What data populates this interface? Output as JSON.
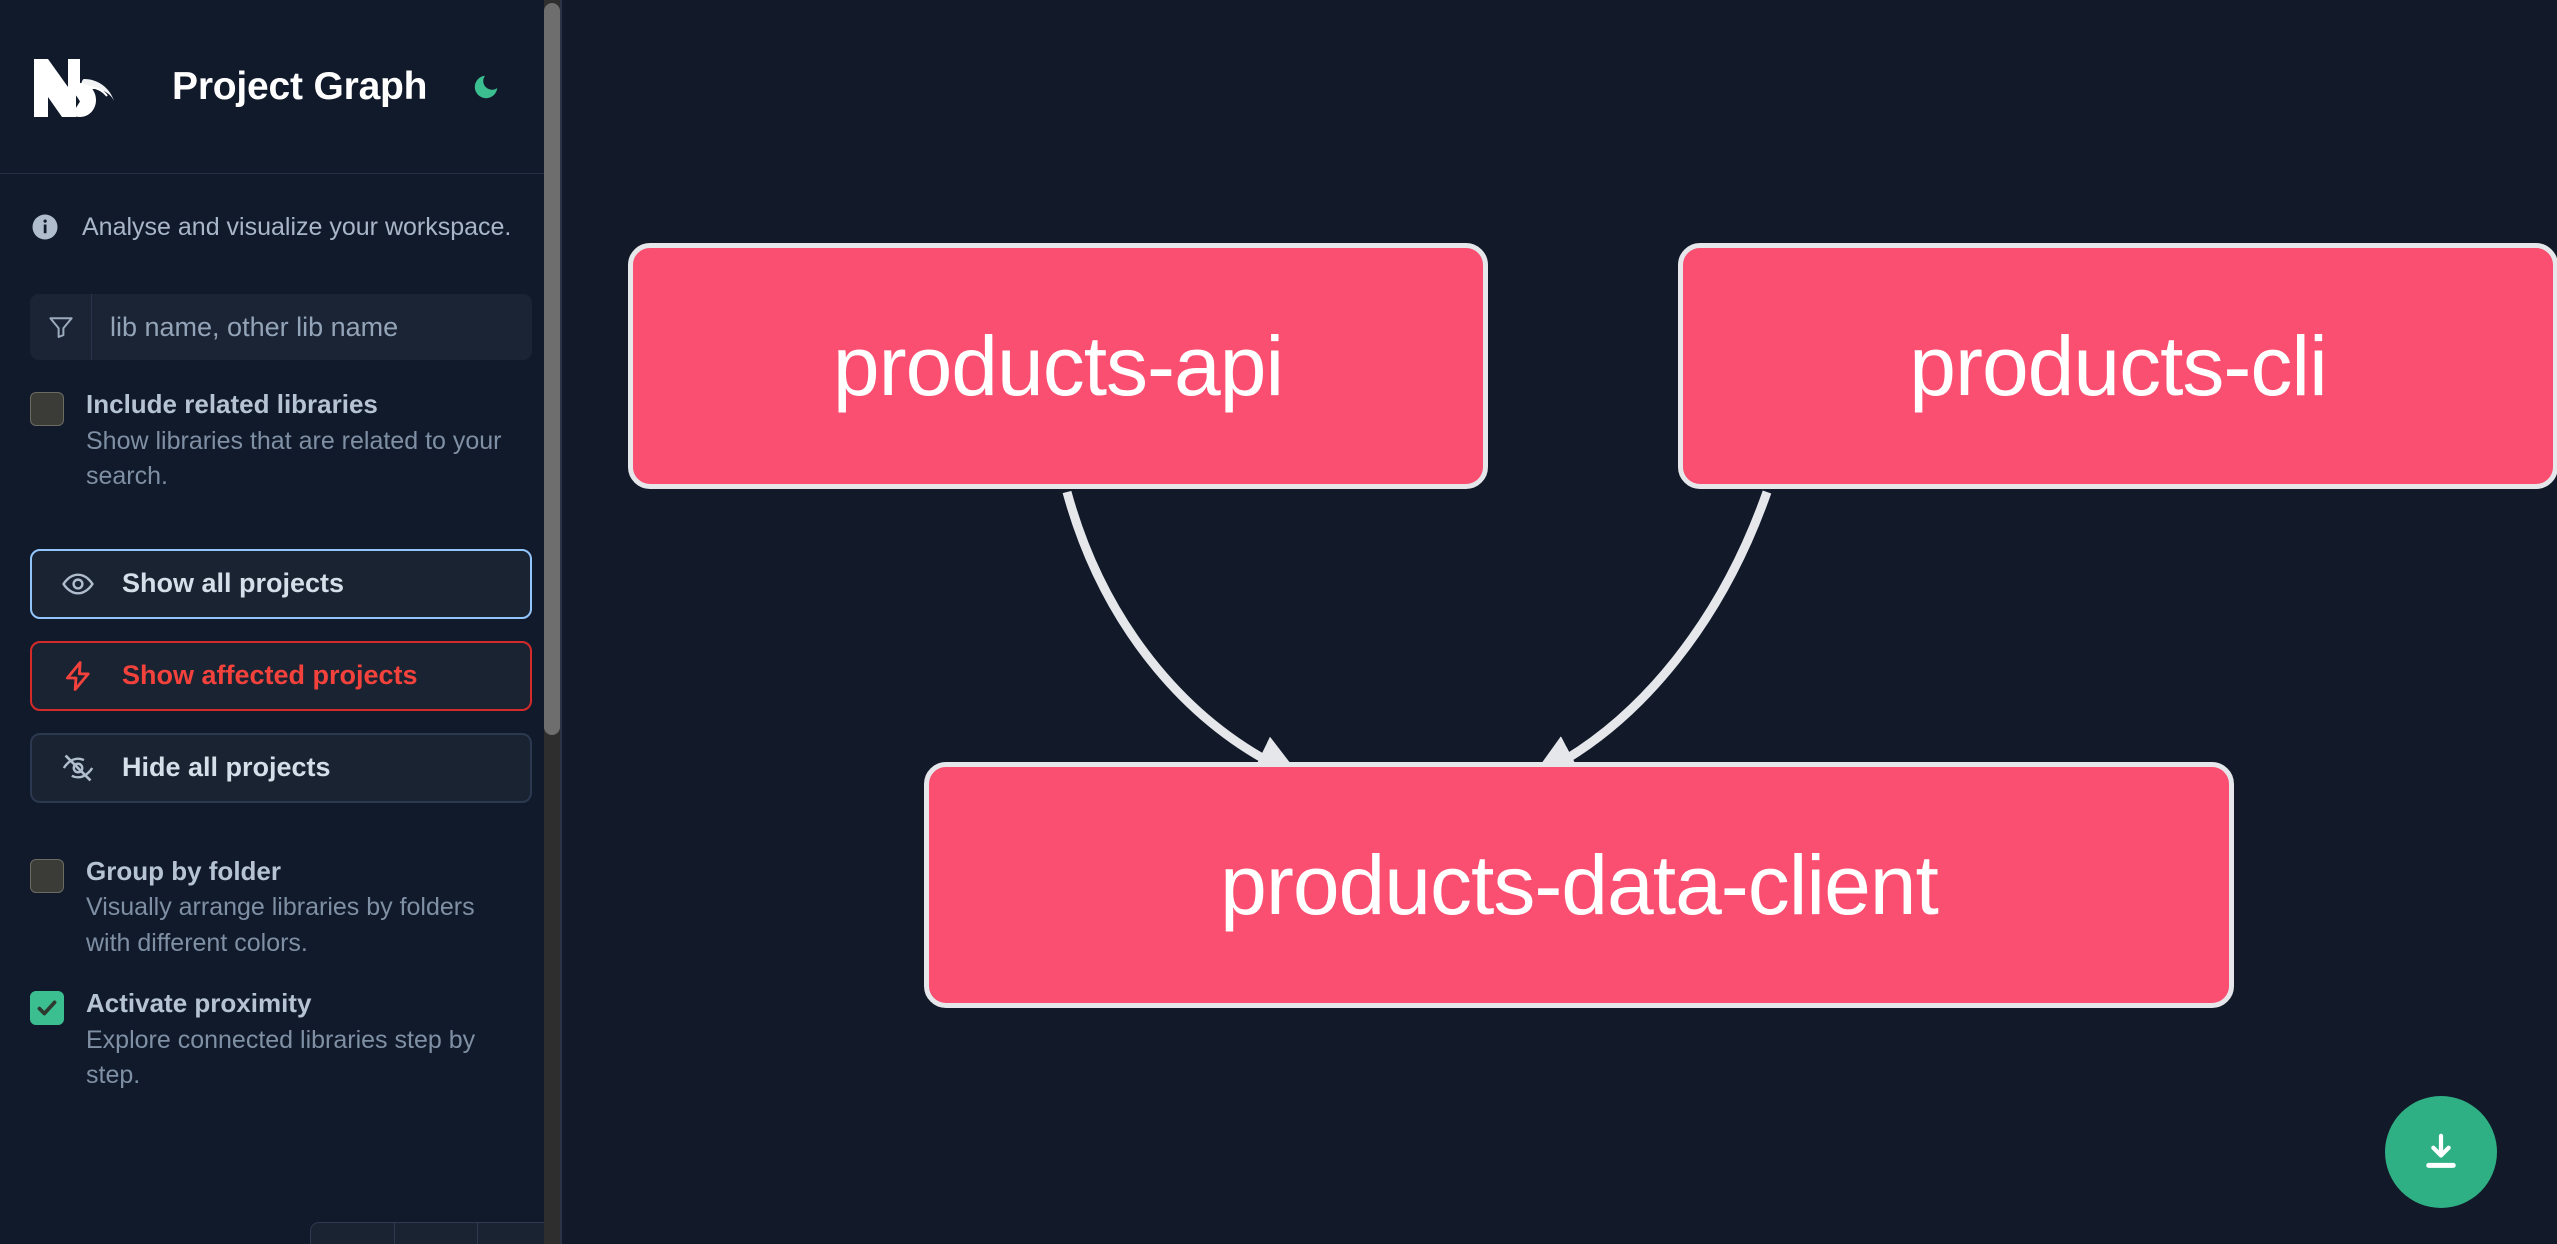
{
  "app": {
    "title": "Project Graph",
    "logo_icon": "nx-logo-icon",
    "theme_toggle_icon": "moon-icon",
    "accent_green": "#3CBF90",
    "node_color": "#FA4F70",
    "canvas_background": "#121A2A",
    "sidebar_background": "#111A2B"
  },
  "sidebar": {
    "info": {
      "icon": "info-icon",
      "text": "Analyse and visualize your workspace."
    },
    "search": {
      "icon": "filter-icon",
      "placeholder": "lib name, other lib name",
      "value": ""
    },
    "checkboxes": [
      {
        "name": "include-related-libraries",
        "label": "Include related libraries",
        "description": "Show libraries that are related to your search.",
        "checked": false
      },
      {
        "name": "group-by-folder",
        "label": "Group by folder",
        "description": "Visually arrange libraries by folders with different colors.",
        "checked": false
      },
      {
        "name": "activate-proximity",
        "label": "Activate proximity",
        "description": "Explore connected libraries step by step.",
        "checked": true
      }
    ],
    "buttons": [
      {
        "name": "show-all-projects",
        "label": "Show all projects",
        "icon": "eye-icon",
        "border_color": "#93C5FD"
      },
      {
        "name": "show-affected-projects",
        "label": "Show affected projects",
        "icon": "lightning-icon",
        "border_color": "#D42A2A"
      },
      {
        "name": "hide-all-projects",
        "label": "Hide all projects",
        "icon": "eye-off-icon",
        "border_color": "#2C3850"
      }
    ]
  },
  "graph": {
    "download_button": {
      "name": "download-image-button",
      "icon": "download-icon",
      "color": "#2FAF84"
    },
    "nodes": [
      {
        "id": "products-api",
        "label": "products-api"
      },
      {
        "id": "products-cli",
        "label": "products-cli"
      },
      {
        "id": "products-data-client",
        "label": "products-data-client"
      }
    ],
    "edges": [
      {
        "from": "products-api",
        "to": "products-data-client"
      },
      {
        "from": "products-cli",
        "to": "products-data-client"
      }
    ]
  }
}
